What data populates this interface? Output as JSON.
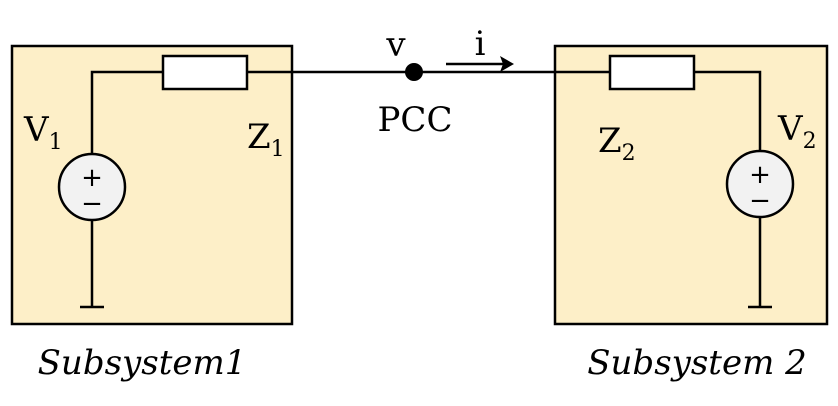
{
  "subsystem1": {
    "caption": "Subsystem1",
    "source": {
      "label": "V",
      "subscript": "1",
      "plus": "+",
      "minus": "−"
    },
    "impedance": {
      "label": "Z",
      "subscript": "1"
    }
  },
  "subsystem2": {
    "caption": "Subsystem 2",
    "source": {
      "label": "V",
      "subscript": "2",
      "plus": "+",
      "minus": "−"
    },
    "impedance": {
      "label": "Z",
      "subscript": "2"
    }
  },
  "pcc": {
    "label": "PCC",
    "voltage_label": "v",
    "current_label": "i"
  },
  "colors": {
    "subsystem_fill": "#fdefc8",
    "line": "#000000",
    "source_fill": "#f2f2f2"
  }
}
